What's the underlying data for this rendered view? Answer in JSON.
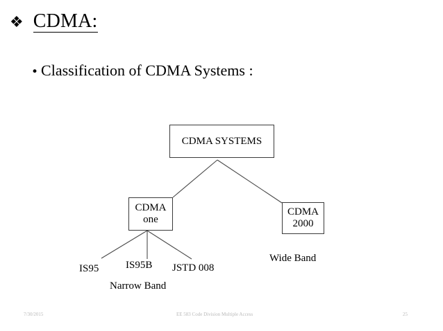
{
  "slide": {
    "title": {
      "bullet_icon": "floret-bullet",
      "text": "CDMA:"
    },
    "subtitle": {
      "bullet_icon": "dot-bullet",
      "text": "Classification of CDMA Systems :"
    }
  },
  "diagram": {
    "nodes": [
      {
        "id": "root",
        "label": "CDMA SYSTEMS"
      },
      {
        "id": "cdma-one",
        "label": "CDMA one"
      },
      {
        "id": "cdma-2000",
        "label": "CDMA 2000"
      }
    ],
    "leaves": [
      {
        "id": "is95",
        "label": "IS95"
      },
      {
        "id": "is95b",
        "label": "IS95B"
      },
      {
        "id": "jstd008",
        "label": "JSTD 008"
      }
    ],
    "band_labels": [
      {
        "id": "narrow-band",
        "label": "Narrow Band"
      },
      {
        "id": "wide-band",
        "label": "Wide Band"
      }
    ],
    "line_color": "#4a4a4a",
    "box_border_color": "#3a3a3a"
  },
  "footer": {
    "date": "7/30/2015",
    "course": "EE 583 Code Division Multiple Access",
    "page": "25",
    "color": "#b9b9b9"
  }
}
